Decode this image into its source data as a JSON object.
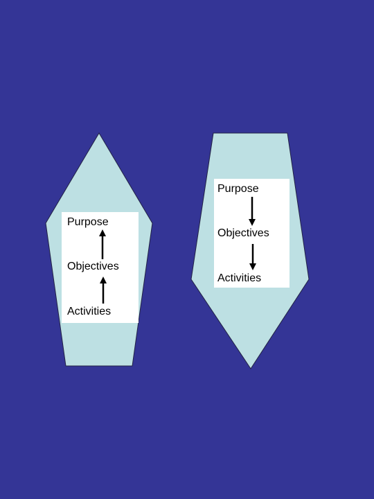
{
  "colors": {
    "background": "#343596",
    "shape_fill": "#BDE0E3",
    "box_fill": "#FFFFFF",
    "arrow": "#000000"
  },
  "left_diagram": {
    "direction": "upward",
    "labels": [
      "Purpose",
      "Objectives",
      "Activities"
    ]
  },
  "right_diagram": {
    "direction": "downward",
    "labels": [
      "Purpose",
      "Objectives",
      "Activities"
    ]
  }
}
